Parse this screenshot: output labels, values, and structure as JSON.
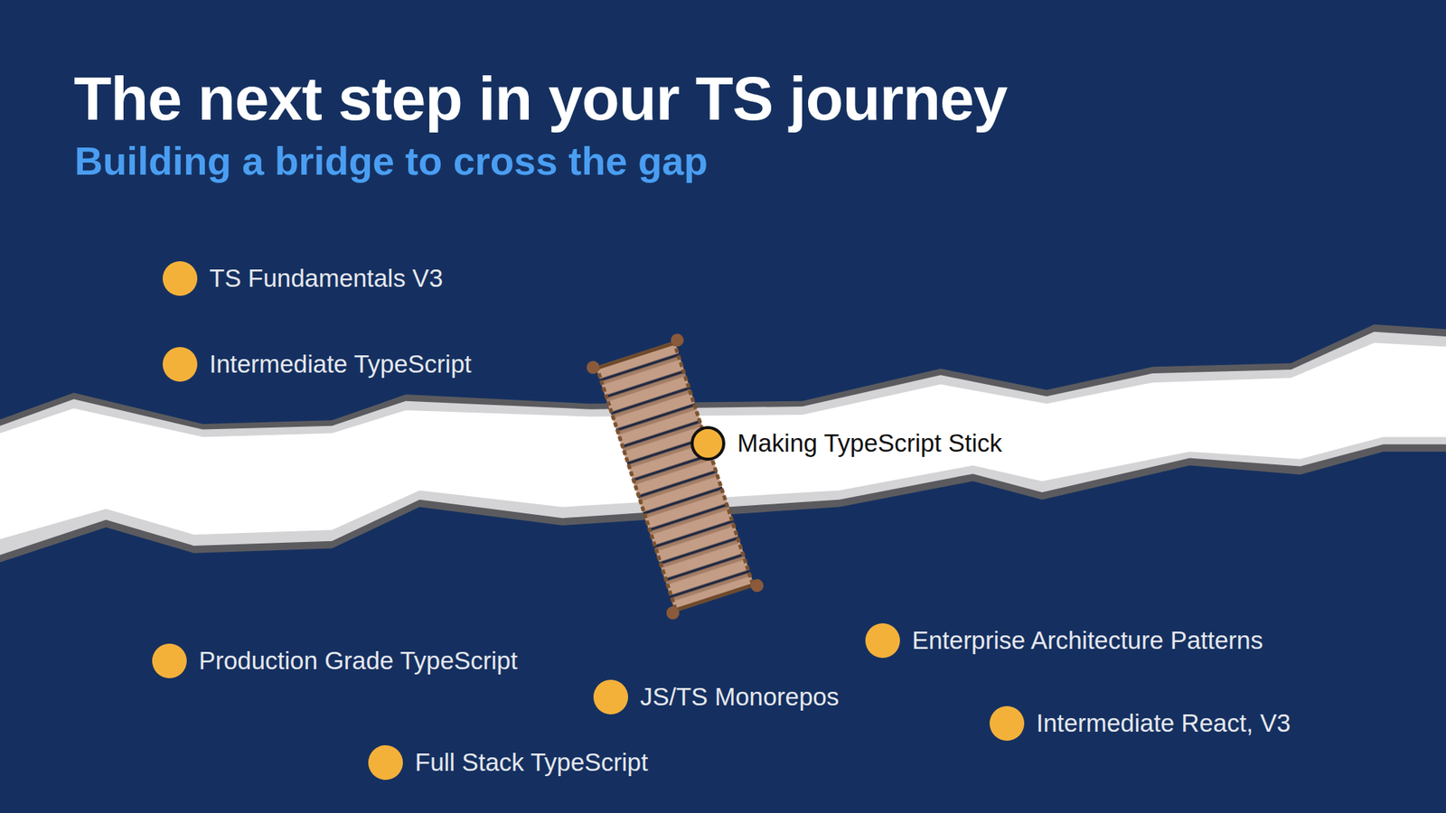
{
  "diagram": {
    "title": "The next step in your TS journey",
    "nodes": [
      {
        "text": [
          "TS Fundamentals V3"
        ]
      },
      {
        "text": [
          "Intermediate TypeScript"
        ]
      },
      {
        "text": [
          "Making TypeScript Stick"
        ]
      },
      {
        "text": [
          "Enterprise Architecture Patterns"
        ]
      },
      {
        "text": [
          "Production Grade TypeScript"
        ]
      },
      {
        "text": [
          "JS/TS Monorepos"
        ]
      },
      {
        "text": [
          "Intermediate React, V3"
        ]
      },
      {
        "text": [
          "Full Stack TypeScript"
        ]
      }
    ],
    "labels": [
      "Building a bridge to cross the gap"
    ]
  }
}
